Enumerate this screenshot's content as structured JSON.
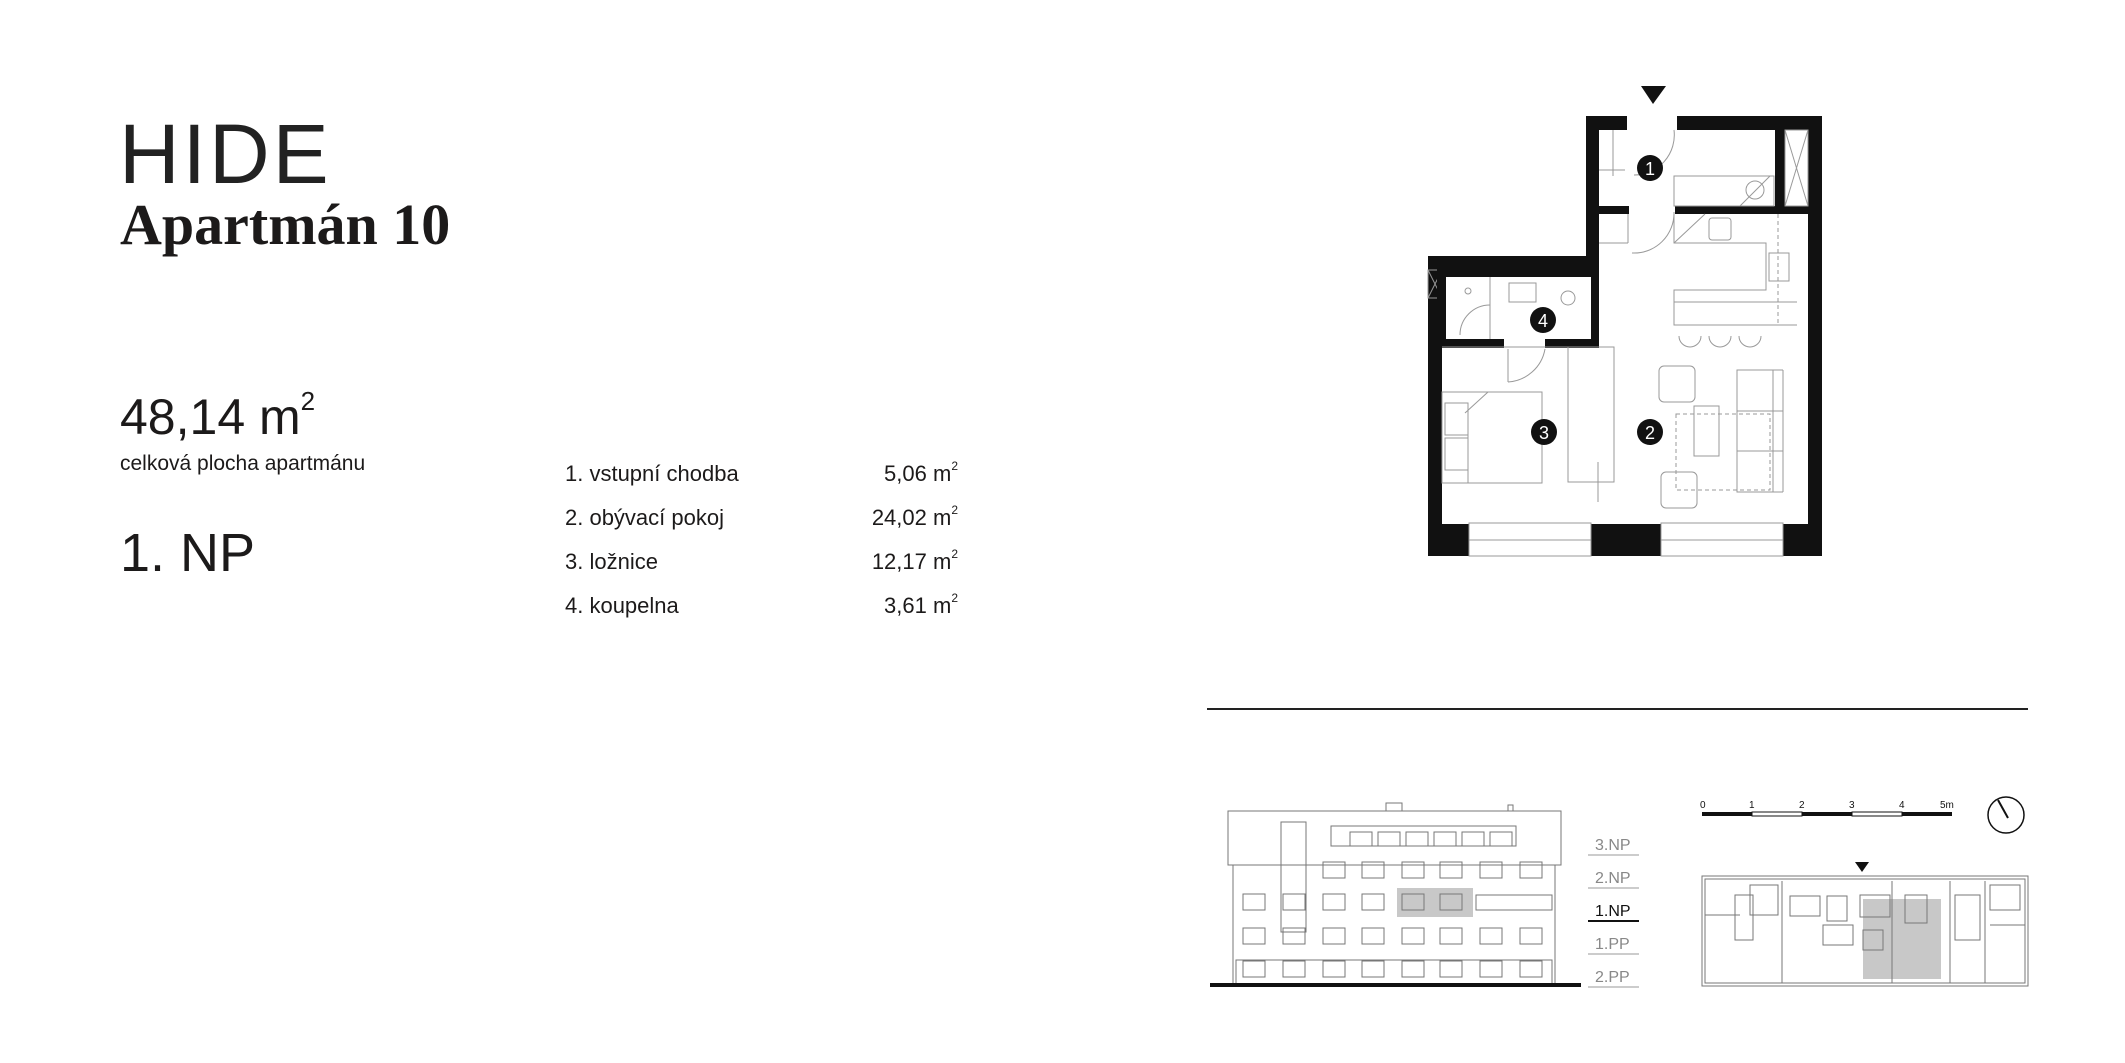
{
  "header": {
    "brand": "HIDE",
    "apartment": "Apartmán 10"
  },
  "summary": {
    "total_area": "48,14 m",
    "area_unit_exp": "2",
    "total_area_label": "celková plocha apartmánu",
    "floor": "1. NP"
  },
  "rooms": [
    {
      "name": "1. vstupní chodba",
      "area": "5,06 m",
      "exp": "2"
    },
    {
      "name": "2. obývací pokoj",
      "area": "24,02 m",
      "exp": "2"
    },
    {
      "name": "3. ložnice",
      "area": "12,17 m",
      "exp": "2"
    },
    {
      "name": "4. koupelna",
      "area": "3,61 m",
      "exp": "2"
    }
  ],
  "plan_markers": [
    "1",
    "2",
    "3",
    "4"
  ],
  "elevation": {
    "floors": [
      "3.NP",
      "2.NP",
      "1.NP",
      "1.PP",
      "2.PP"
    ],
    "current_floor": "1.NP"
  },
  "scale_bar": [
    "0",
    "1",
    "2",
    "3",
    "4",
    "5m"
  ],
  "colors": {
    "text": "#1c1a1a",
    "highlight": "#c8c8c8",
    "line": "#8a8a8a"
  }
}
